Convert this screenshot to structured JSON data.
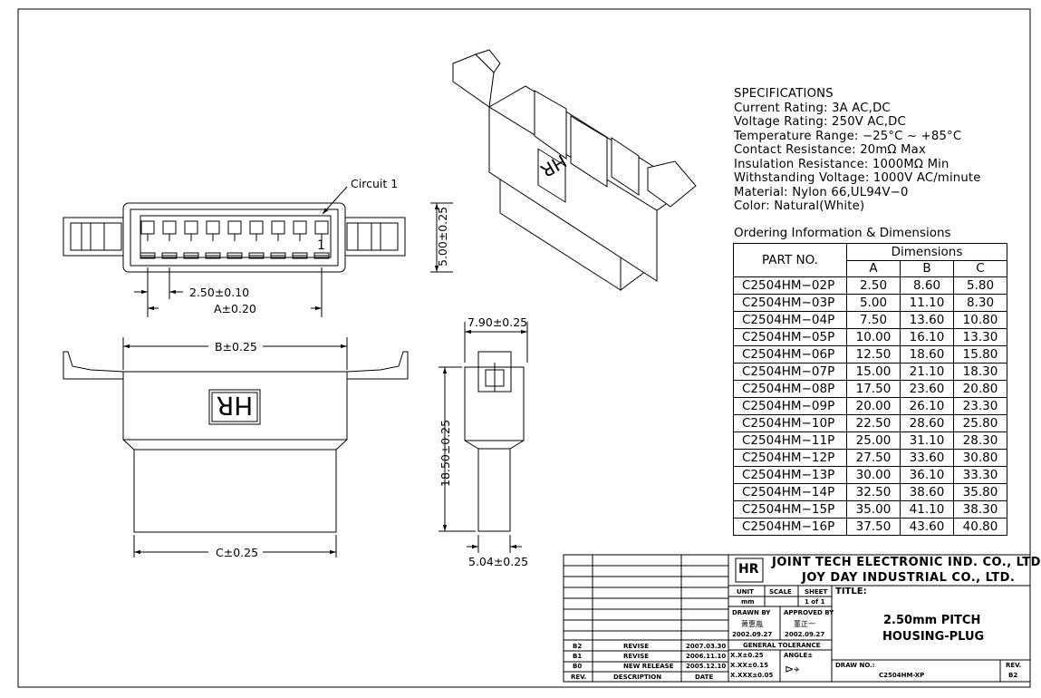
{
  "specifications": {
    "heading": "SPECIFICATIONS",
    "lines": [
      "Current Rating: 3A AC,DC",
      "Voltage Rating: 250V AC,DC",
      "Temperature Range: −25°C ~ +85°C",
      "Contact Resistance: 20mΩ Max",
      "Insulation Resistance: 1000MΩ Min",
      "Withstanding Voltage: 1000V AC/minute",
      "Material: Nylon 66,UL94V−0",
      "Color: Natural(White)"
    ]
  },
  "ordering": {
    "title": "Ordering Information & Dimensions",
    "part_header": "PART NO.",
    "dim_header": "Dimensions",
    "columns": [
      "A",
      "B",
      "C"
    ],
    "rows": [
      {
        "part": "C2504HM−02P",
        "a": "2.50",
        "b": "8.60",
        "c": "5.80"
      },
      {
        "part": "C2504HM−03P",
        "a": "5.00",
        "b": "11.10",
        "c": "8.30"
      },
      {
        "part": "C2504HM−04P",
        "a": "7.50",
        "b": "13.60",
        "c": "10.80"
      },
      {
        "part": "C2504HM−05P",
        "a": "10.00",
        "b": "16.10",
        "c": "13.30"
      },
      {
        "part": "C2504HM−06P",
        "a": "12.50",
        "b": "18.60",
        "c": "15.80"
      },
      {
        "part": "C2504HM−07P",
        "a": "15.00",
        "b": "21.10",
        "c": "18.30"
      },
      {
        "part": "C2504HM−08P",
        "a": "17.50",
        "b": "23.60",
        "c": "20.80"
      },
      {
        "part": "C2504HM−09P",
        "a": "20.00",
        "b": "26.10",
        "c": "23.30"
      },
      {
        "part": "C2504HM−10P",
        "a": "22.50",
        "b": "28.60",
        "c": "25.80"
      },
      {
        "part": "C2504HM−11P",
        "a": "25.00",
        "b": "31.10",
        "c": "28.30"
      },
      {
        "part": "C2504HM−12P",
        "a": "27.50",
        "b": "33.60",
        "c": "30.80"
      },
      {
        "part": "C2504HM−13P",
        "a": "30.00",
        "b": "36.10",
        "c": "33.30"
      },
      {
        "part": "C2504HM−14P",
        "a": "32.50",
        "b": "38.60",
        "c": "35.80"
      },
      {
        "part": "C2504HM−15P",
        "a": "35.00",
        "b": "41.10",
        "c": "38.30"
      },
      {
        "part": "C2504HM−16P",
        "a": "37.50",
        "b": "43.60",
        "c": "40.80"
      }
    ]
  },
  "dimensions": {
    "circuit": "Circuit 1",
    "pitch": "2.50±0.10",
    "a": "A±0.20",
    "height": "5.00±0.25",
    "b": "B±0.25",
    "c": "C±0.25",
    "side_width": "7.90±0.25",
    "side_height": "18.50±0.25",
    "side_bottom": "5.04±0.25",
    "pin_one": "1",
    "logo": "HR"
  },
  "title_block": {
    "company_1": "JOINT TECH ELECTRONIC IND. CO., LTD.",
    "company_2": "JOY DAY INDUSTRIAL CO., LTD.",
    "unit_label": "UNIT",
    "unit_value": "mm",
    "scale_label": "SCALE",
    "sheet_label": "SHEET",
    "sheet_value": "1 of 1",
    "title_label": "TITLE:",
    "title_line_1": "2.50mm PITCH",
    "title_line_2": "HOUSING-PLUG",
    "drawn_by_label": "DRAWN BY",
    "drawn_by_name": "萧惠嵐",
    "drawn_date": "2002.09.27",
    "approved_by_label": "APPROVED BY",
    "approved_by_name": "董正一",
    "approved_date": "2002.09.27",
    "tolerance_label": "GENERAL TOLERANCE",
    "tol_1": "X.X±0.25",
    "tol_2": "X.XX±0.15",
    "tol_3": "X.XXX±0.05",
    "angle_label": "ANGLE±",
    "draw_no_label": "DRAW NO.:",
    "draw_no": "C2504HM-XP",
    "rev_label": "REV.",
    "rev_value": "B2",
    "rev_header": "REV.",
    "desc_header": "DESCRIPTION",
    "date_header": "DATE",
    "revisions": [
      {
        "rev": "B2",
        "desc": "REVISE",
        "date": "2007.03.30"
      },
      {
        "rev": "B1",
        "desc": "REVISE",
        "date": "2006.11.10"
      },
      {
        "rev": "B0",
        "desc": "NEW RELEASE",
        "date": "2005.12.10"
      }
    ]
  }
}
